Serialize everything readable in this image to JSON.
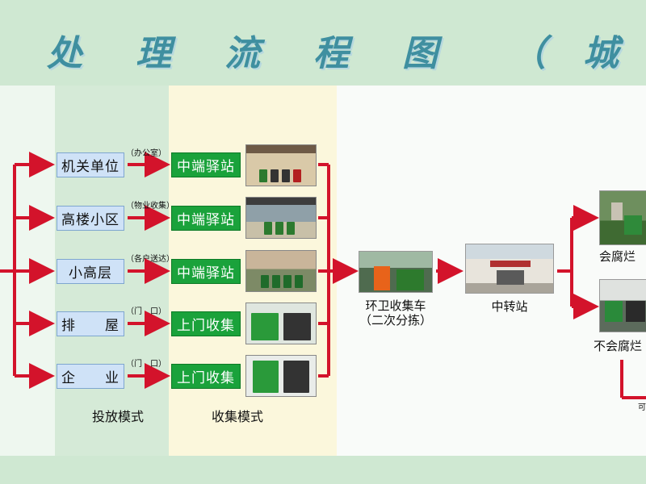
{
  "title": {
    "chars": [
      "处",
      "理",
      "流",
      "程",
      "图",
      "（",
      "城"
    ]
  },
  "sources": [
    {
      "label": "机关单位",
      "note": "（办公室）",
      "mode": "中端驿站"
    },
    {
      "label": "高楼小区",
      "note": "（物业收集）",
      "mode": "中端驿站"
    },
    {
      "label": "小高层",
      "note": "（各户送达）",
      "mode": "中端驿站"
    },
    {
      "label": "排　　屋",
      "note": "（门　口）",
      "mode": "上门收集"
    },
    {
      "label": "企　　业",
      "note": "（门　口）",
      "mode": "上门收集"
    }
  ],
  "columns": {
    "drop_mode": "投放模式",
    "collect_mode": "收集模式"
  },
  "steps": {
    "truck_line1": "环卫收集车",
    "truck_line2": "（二次分拣）",
    "transfer": "中转站",
    "perishable": "会腐烂",
    "non_perishable": "不会腐烂",
    "cut_text": "可"
  },
  "colors": {
    "arrow": "#d3132b",
    "header": "#cfe8d2",
    "title": "#3f8fa0",
    "source_box": "#cfe2f7",
    "collect_box": "#1aa23b"
  }
}
